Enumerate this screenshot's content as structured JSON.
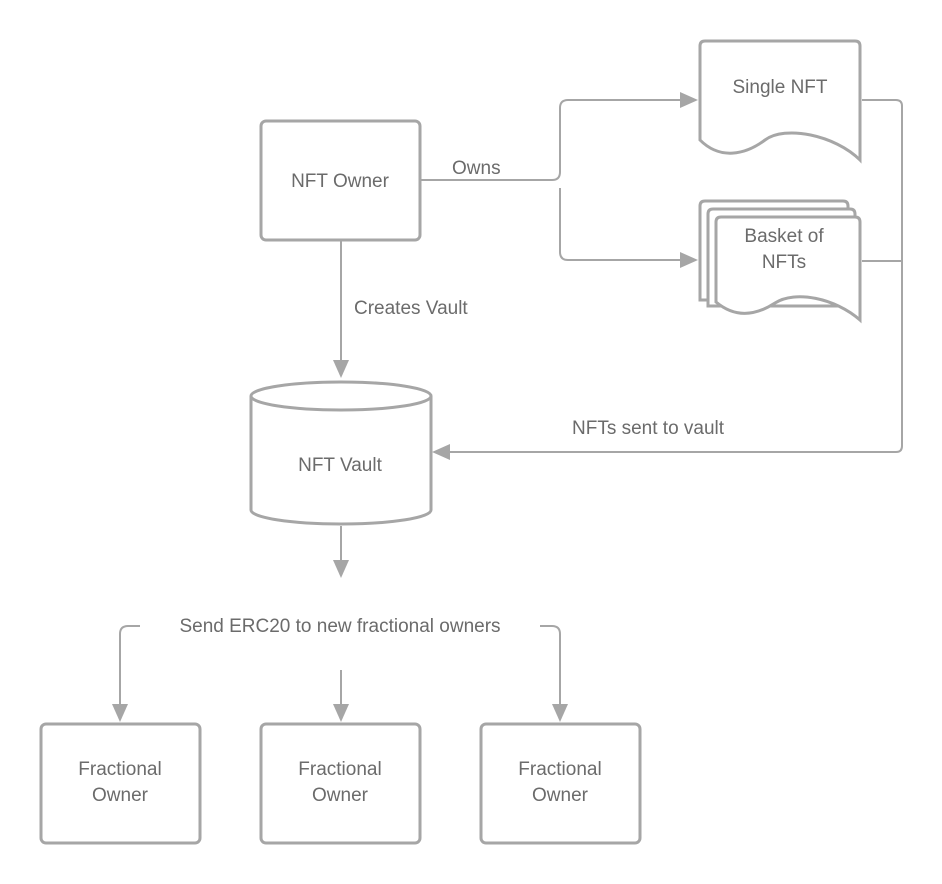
{
  "nodes": {
    "owner": "NFT Owner",
    "single_nft": "Single NFT",
    "basket_line1": "Basket of",
    "basket_line2": "NFTs",
    "vault": "NFT Vault",
    "fractional_line1": "Fractional",
    "fractional_line2": "Owner"
  },
  "edges": {
    "owns": "Owns",
    "creates_vault": "Creates Vault",
    "nfts_sent": "NFTs sent to vault",
    "send_erc20": "Send ERC20 to new fractional owners"
  },
  "colors": {
    "stroke": "#a6a6a6",
    "text": "#6b6b6b",
    "background": "#ffffff"
  }
}
